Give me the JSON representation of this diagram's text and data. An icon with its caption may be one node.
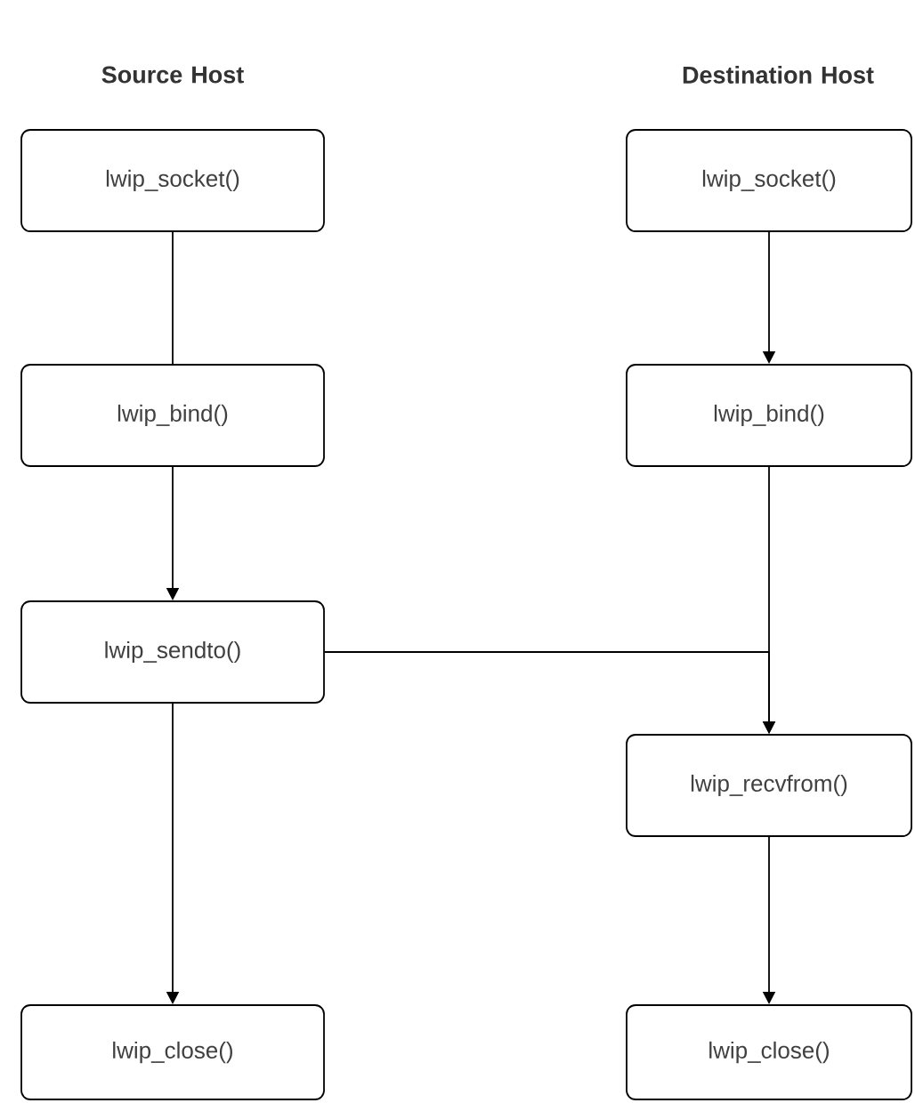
{
  "diagram": {
    "nodes": [
      {
        "text": [
          "lwip_socket()"
        ]
      },
      {
        "text": [
          "lwip_bind()"
        ]
      },
      {
        "text": [
          "lwip_sendto()"
        ]
      },
      {
        "text": [
          "lwip_close()"
        ]
      },
      {
        "text": [
          "lwip_socket()"
        ]
      },
      {
        "text": [
          "lwip_bind()"
        ]
      },
      {
        "text": [
          "lwip_recvfrom()"
        ]
      },
      {
        "text": [
          "lwip_close()"
        ]
      }
    ],
    "edges": [
      {
        "from": 0,
        "to": 1,
        "arrow": "none"
      },
      {
        "from": 1,
        "to": 2,
        "arrow": "to"
      },
      {
        "from": 2,
        "to": 3,
        "arrow": "to"
      },
      {
        "from": 4,
        "to": 5,
        "arrow": "to"
      },
      {
        "from": 5,
        "to": 6,
        "arrow": "to"
      },
      {
        "from": 2,
        "to": 6,
        "arrow": "to"
      },
      {
        "from": 6,
        "to": 7,
        "arrow": "to"
      }
    ],
    "labels": [
      "Source Host",
      "Destination Host"
    ]
  }
}
